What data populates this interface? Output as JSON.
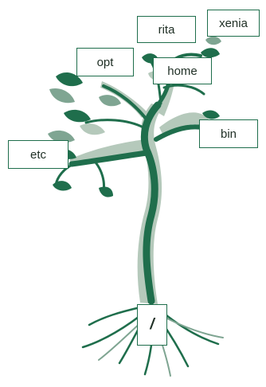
{
  "labels": {
    "root": "/",
    "etc": "etc",
    "opt": "opt",
    "home": "home",
    "bin": "bin",
    "rita": "rita",
    "xenia": "xenia"
  },
  "colors": {
    "dark_green": "#1f6e4c",
    "pale_green": "#b5c9bb",
    "mid_green": "#7fa592"
  }
}
